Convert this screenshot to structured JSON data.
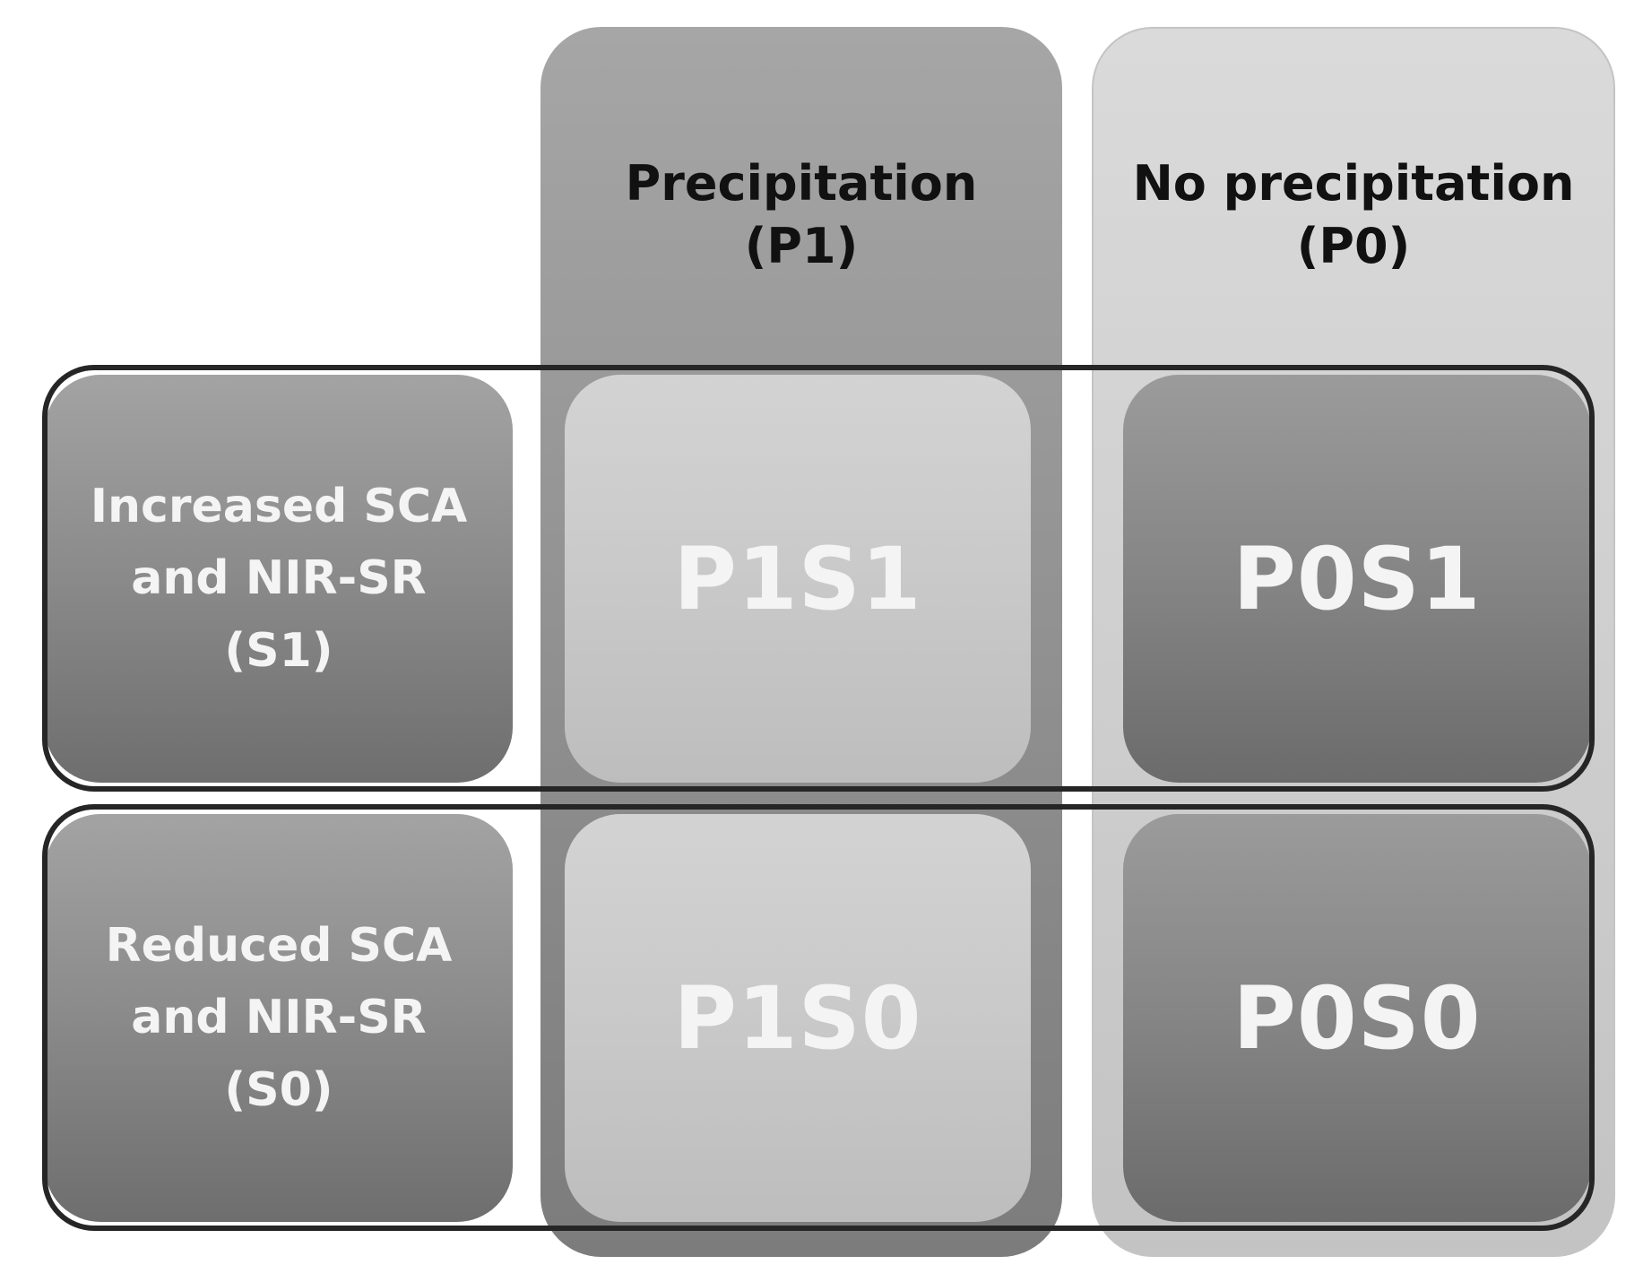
{
  "columns": [
    {
      "line1": "Precipitation",
      "line2": "(P1)"
    },
    {
      "line1": "No precipitation",
      "line2": "(P0)"
    }
  ],
  "rows": [
    {
      "line1": "Increased SCA",
      "line2": "and NIR-SR",
      "line3": "(S1)"
    },
    {
      "line1": "Reduced SCA",
      "line2": "and NIR-SR",
      "line3": "(S0)"
    }
  ],
  "cells": {
    "p1s1": "P1S1",
    "p0s1": "P0S1",
    "p1s0": "P1S0",
    "p0s0": "P0S0"
  }
}
